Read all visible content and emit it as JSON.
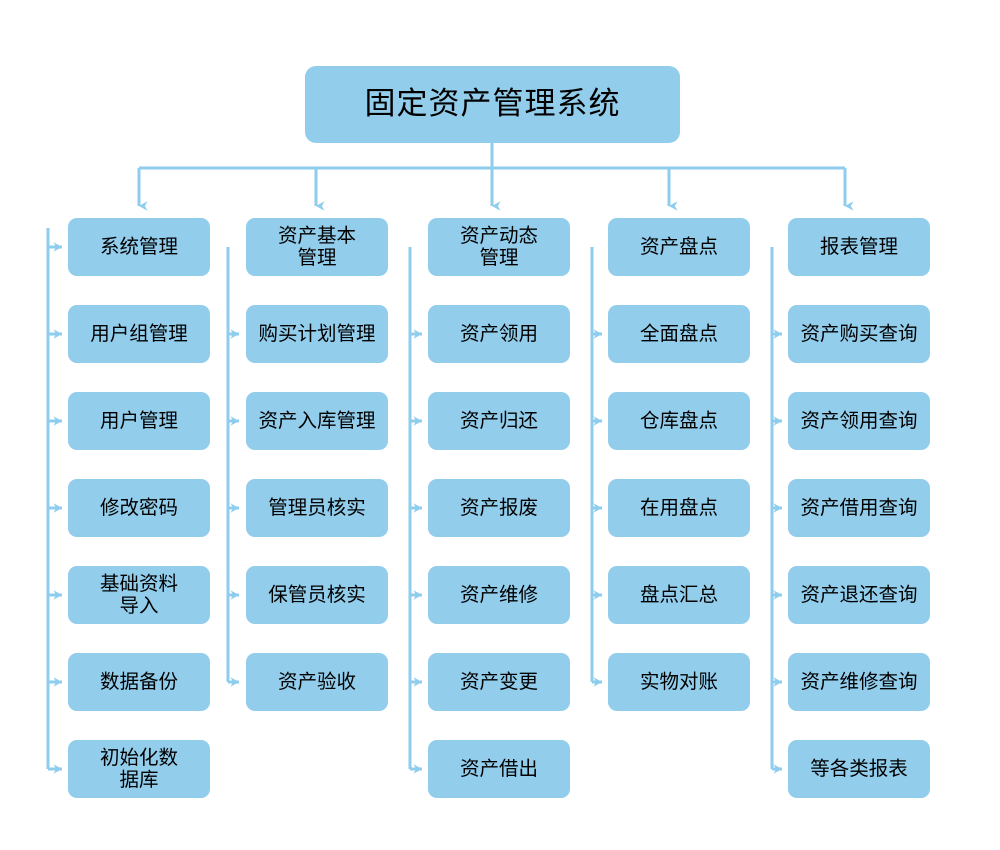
{
  "diagram": {
    "type": "tree-org-chart",
    "title": "固定资产管理系统",
    "accent_color": "#92CDEC",
    "connector_color": "#8ECDEE",
    "text_color": "#000000",
    "background_color": "#FFFFFF",
    "branch_count": 5,
    "columns": [
      {
        "head": "系统管理",
        "children": [
          "用户组管理",
          "用户管理",
          "修改密码",
          "基础资料\n导入",
          "数据备份",
          "初始化数\n据库"
        ]
      },
      {
        "head": "资产基本\n管理",
        "children": [
          "购买计划管理",
          "资产入库管理",
          "管理员核实",
          "保管员核实",
          "资产验收"
        ]
      },
      {
        "head": "资产动态\n管理",
        "children": [
          "资产领用",
          "资产归还",
          "资产报废",
          "资产维修",
          "资产变更",
          "资产借出"
        ]
      },
      {
        "head": "资产盘点",
        "children": [
          "全面盘点",
          "仓库盘点",
          "在用盘点",
          "盘点汇总",
          "实物对账"
        ]
      },
      {
        "head": "报表管理",
        "children": [
          "资产购买查询",
          "资产领用查询",
          "资产借用查询",
          "资产退还查询",
          "资产维修查询",
          "等各类报表"
        ]
      }
    ]
  }
}
